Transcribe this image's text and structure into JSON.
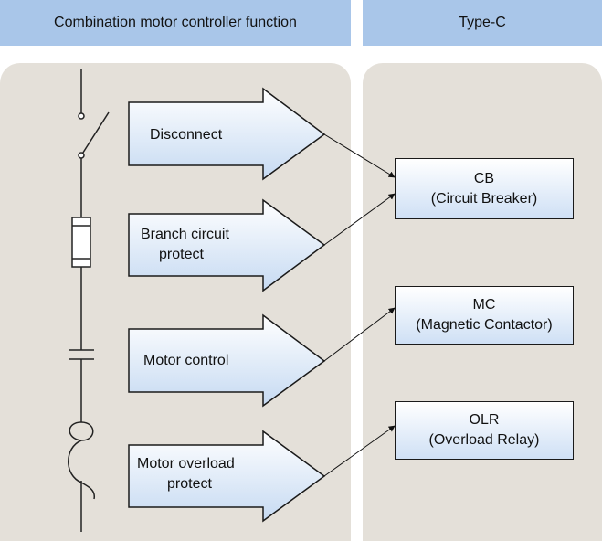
{
  "headers": {
    "left": "Combination motor controller function",
    "right": "Type-C"
  },
  "functions": [
    {
      "line1": "Disconnect",
      "line2": ""
    },
    {
      "line1": "Branch circuit",
      "line2": "protect"
    },
    {
      "line1": "Motor control",
      "line2": ""
    },
    {
      "line1": "Motor overload",
      "line2": "protect"
    }
  ],
  "devices": [
    {
      "abbr": "CB",
      "full": "(Circuit Breaker)"
    },
    {
      "abbr": "MC",
      "full": "(Magnetic Contactor)"
    },
    {
      "abbr": "OLR",
      "full": "(Overload Relay)"
    }
  ],
  "colors": {
    "header_bg": "#a9c6e9",
    "panel_bg": "#e4e0d9",
    "box_gradient_top": "#ffffff",
    "box_gradient_bottom": "#cfe0f5"
  }
}
